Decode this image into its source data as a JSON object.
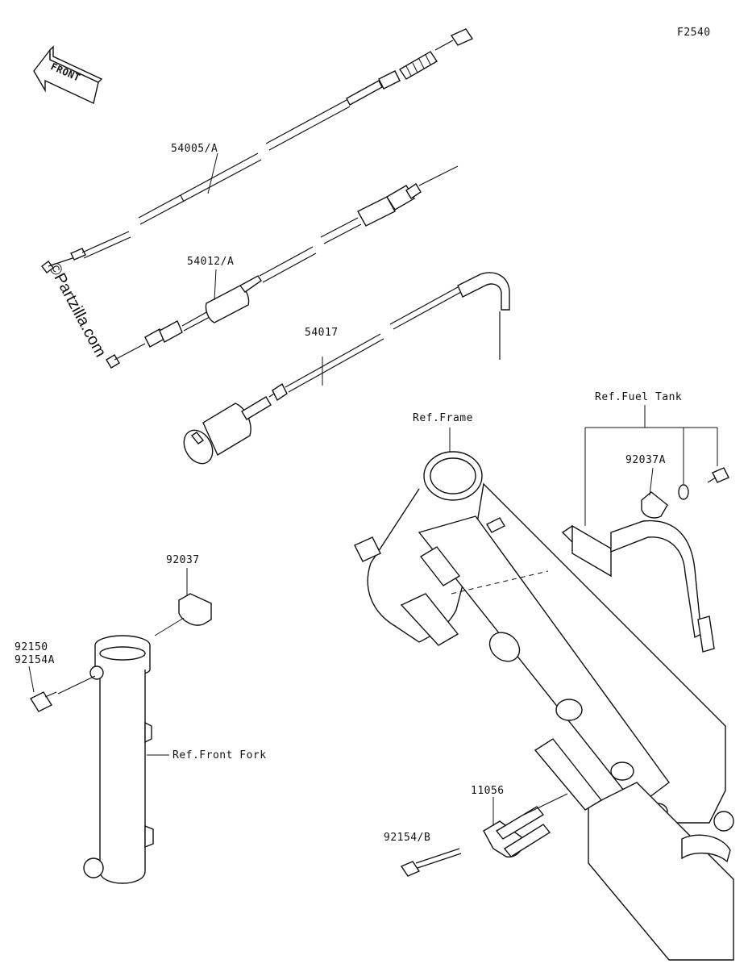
{
  "diagram_id": "F2540",
  "front_label": "FRONT",
  "watermark": "©Partzilla.com",
  "parts": {
    "clutch_cable": "54005/A",
    "throttle_cable": "54012/A",
    "choke_cable": "54017",
    "clamp_upper": "92037",
    "bolt_upper_1": "92150",
    "bolt_upper_2": "92154A",
    "clamp_tank": "92037A",
    "bracket": "11056",
    "bolt_lower": "92154/B"
  },
  "refs": {
    "frame": "Ref.Frame",
    "fuel_tank": "Ref.Fuel Tank",
    "front_fork": "Ref.Front Fork"
  }
}
